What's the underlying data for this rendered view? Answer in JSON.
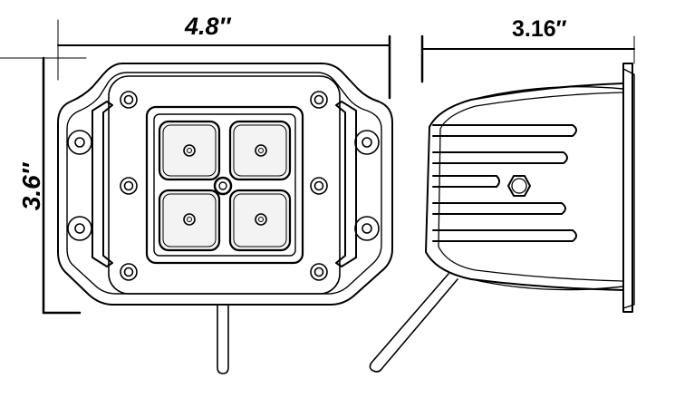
{
  "dimensions": {
    "width": "4.8″",
    "height": "3.6″",
    "depth": "3.16″"
  },
  "colors": {
    "line": "#000000",
    "background": "#ffffff",
    "lens": "#f3f3f3"
  }
}
